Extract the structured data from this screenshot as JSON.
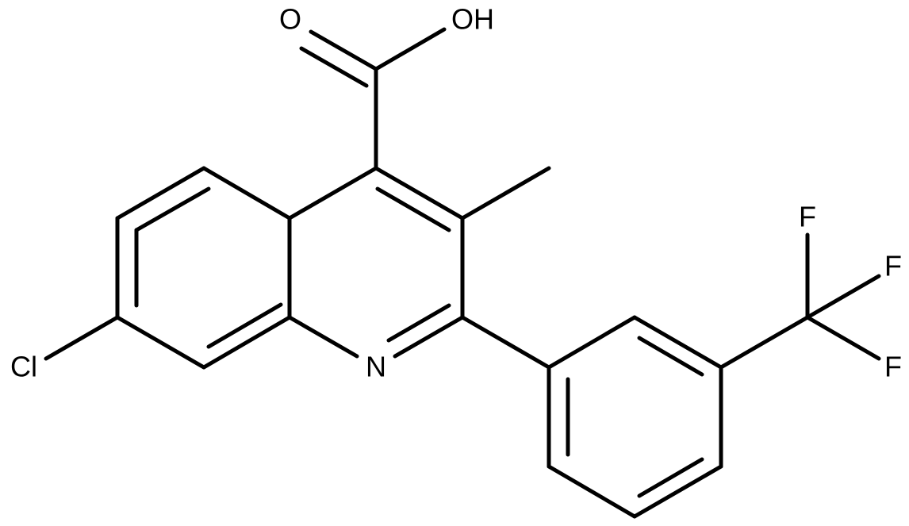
{
  "molecule": {
    "atoms": {
      "chlorine": "Cl",
      "nitrogen": "N",
      "carbonyl_oxygen": "O",
      "hydroxyl": "OH",
      "fluorine_top": "F",
      "fluorine_middle": "F",
      "fluorine_bottom": "F"
    }
  },
  "colors": {
    "background": "#ffffff",
    "ink": "#000000"
  }
}
